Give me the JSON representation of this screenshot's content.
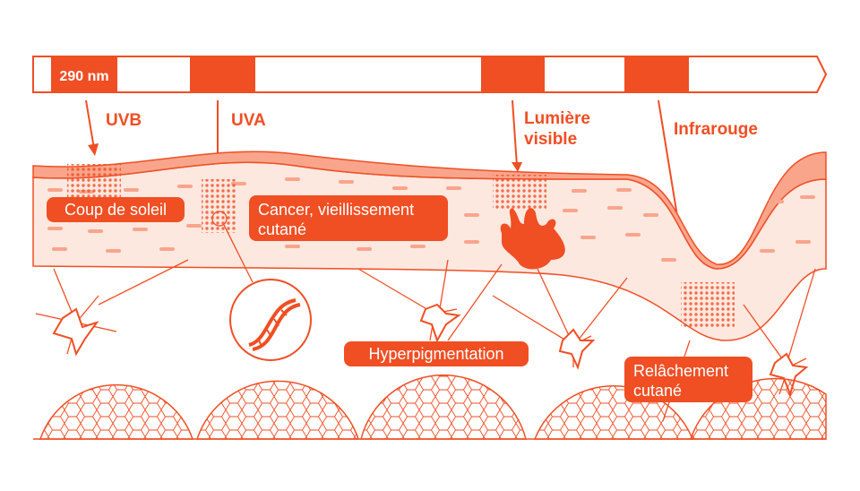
{
  "colors": {
    "accent": "#f04e23",
    "light": "#f8a58c",
    "pale": "#fde8e0"
  },
  "spectrum": {
    "start_label": "290 nm"
  },
  "radiation": {
    "uvb": "UVB",
    "uva": "UVA",
    "visible_line1": "Lumière",
    "visible_line2": "visible",
    "infrared": "Infrarouge"
  },
  "effects": {
    "sunburn": "Coup de soleil",
    "cancer_line1": "Cancer, vieillissement",
    "cancer_line2": "cutané",
    "hyperpigmentation": "Hyperpigmentation",
    "sagging_line1": "Relâchement",
    "sagging_line2": "cutané"
  }
}
